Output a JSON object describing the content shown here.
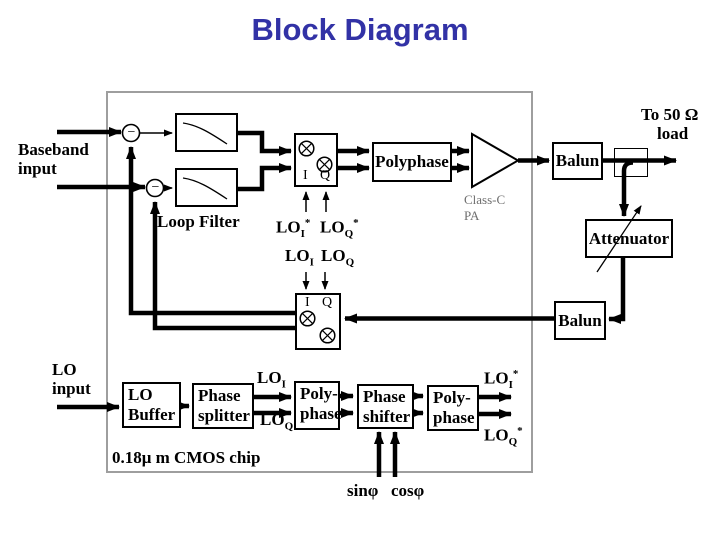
{
  "title": "Block Diagram",
  "colors": {
    "title_blue": "#3232A6",
    "chip_border_gray": "#9E9E9E",
    "pa_label_gray": "#6E6E6E",
    "ink": "#000000"
  },
  "io": {
    "baseband_l1": "Baseband",
    "baseband_l2": "input",
    "lo_l1": "LO",
    "lo_l2": "input",
    "load_l1": "To 50 Ω",
    "load_l2": "load",
    "sin": "sinφ",
    "cos": "cosφ",
    "chip_process": "0.18μ m CMOS chip"
  },
  "blocks": {
    "loop_filter": "Loop Filter",
    "polyphase": "Polyphase",
    "pa_l1": "Class-C",
    "pa_l2": "PA",
    "balun": "Balun",
    "attenuator": "Attenuator",
    "lo_buffer_l1": "LO",
    "lo_buffer_l2": "Buffer",
    "phase_splitter_l1": "Phase",
    "phase_splitter_l2": "splitter",
    "poly_l1": "Poly-",
    "poly_l2": "phase",
    "phase_shifter_l1": "Phase",
    "phase_shifter_l2": "shifter"
  },
  "signals": {
    "i": "I",
    "q": "Q",
    "minus": "−",
    "lo_i": {
      "base": "LO",
      "sub": "I",
      "sup": ""
    },
    "lo_q": {
      "base": "LO",
      "sub": "Q",
      "sup": ""
    },
    "lo_i_star": {
      "base": "LO",
      "sub": "I",
      "sup": "*"
    },
    "lo_q_star": {
      "base": "LO",
      "sub": "Q",
      "sup": "*"
    }
  }
}
